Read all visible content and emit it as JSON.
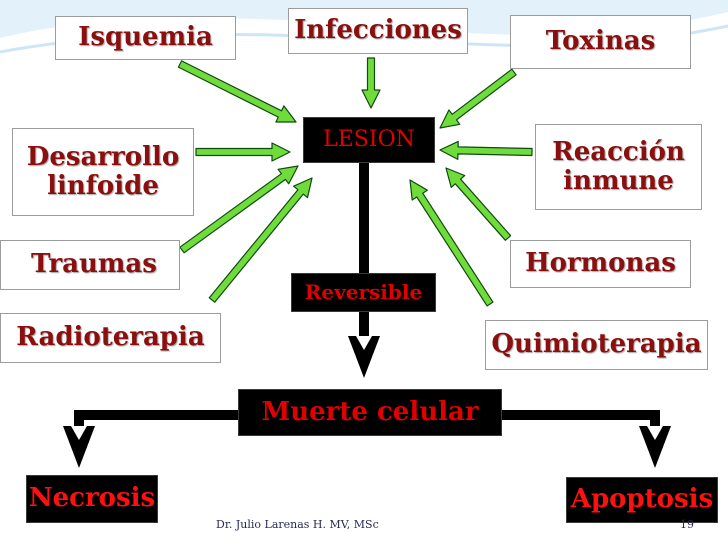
{
  "colors": {
    "arrow_green": "#6fdc3c",
    "arrow_dark": "#0f4a0f",
    "connector": "#000000",
    "light_text": "#8a0f0f",
    "dark_text": "#e00000",
    "swoosh": "#cde6f5"
  },
  "causes": {
    "isquemia": "Isquemia",
    "infecciones": "Infecciones",
    "toxinas": "Toxinas",
    "desarrollo": "Desarrollo linfoide",
    "reaccion": "Reacción inmune",
    "traumas": "Traumas",
    "hormonas": "Hormonas",
    "radioterapia": "Radioterapia",
    "quimioterapia": "Quimioterapia"
  },
  "center": {
    "lesion": "LESION",
    "reversible": "Reversible",
    "muerte": "Muerte celular"
  },
  "outcomes": {
    "necrosis": "Necrosis",
    "apoptosis": "Apoptosis"
  },
  "footer": {
    "author": "Dr. Julio Larenas H. MV, MSc",
    "page": "19"
  }
}
